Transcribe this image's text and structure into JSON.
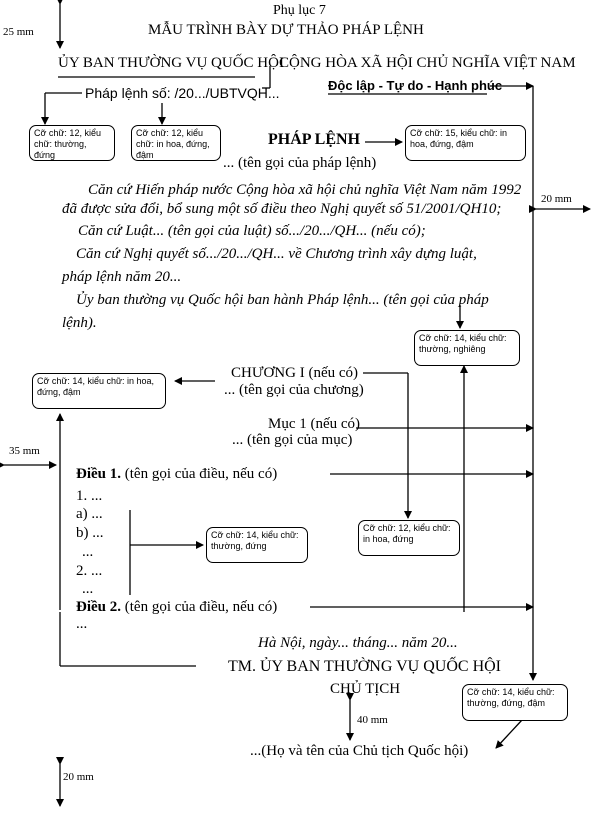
{
  "header": {
    "appendix": "Phụ lục 7",
    "title": "MẪU TRÌNH BÀY DỰ THẢO PHÁP LỆNH"
  },
  "margins": {
    "top": "25 mm",
    "right": "20 mm",
    "left": "35 mm",
    "bottom": "20 mm",
    "signature_gap": "40 mm"
  },
  "issuer": {
    "org": "ỦY BAN THƯỜNG VỤ QUỐC HỘI",
    "number": "Pháp lệnh số:  /20.../UBTVQH..."
  },
  "national": {
    "motto": "CỘNG HÒA XÃ HỘI CHỦ NGHĨA VIỆT NAM",
    "sub": "Độc lập - Tự do - Hạnh phúc"
  },
  "doc": {
    "type": "PHÁP LỆNH",
    "name": "... (tên gọi của pháp lệnh)"
  },
  "preamble": {
    "l1": "Căn cứ Hiến pháp nước Cộng hòa xã hội chủ nghĩa Việt Nam năm 1992",
    "l2": "đã được sửa đổi, bổ sung một số điều theo Nghị quyết số 51/2001/QH10;",
    "l3": "Căn cứ Luật... (tên gọi của luật) số.../20.../QH... (nếu có);",
    "l4": "Căn cứ Nghị quyết số.../20.../QH... về Chương trình xây dựng luật,",
    "l5": "pháp lệnh năm 20...",
    "l6": "Ủy ban thường vụ Quốc hội ban hành Pháp lệnh... (tên gọi của pháp",
    "l7": "lệnh)."
  },
  "body": {
    "chapter": "CHƯƠNG I (nếu có)",
    "chapter_name": "... (tên gọi của chương)",
    "section": "Mục 1 (nếu có)",
    "section_name": "... (tên gọi của mục)",
    "art1_label": "Điều 1.",
    "art1_name": " (tên gọi của điều, nếu có)",
    "item1": "1. ...",
    "itema": "a) ...",
    "itemb": "b) ...",
    "dots1": "...",
    "item2": "2. ...",
    "dots2": "...",
    "art2_label": "Điều 2.",
    "art2_name": " (tên gọi của điều, nếu có)",
    "dots3": "..."
  },
  "signature": {
    "place_date": "Hà Nội, ngày... tháng... năm 20...",
    "on_behalf": "TM. ỦY BAN THƯỜNG VỤ QUỐC HỘI",
    "position": "CHỦ TỊCH",
    "name": "...(Họ và tên của Chủ tịch Quốc hội)"
  },
  "notes": {
    "n1": "Cỡ chữ: 12, kiểu chữ: thường, đứng",
    "n2": "Cỡ chữ: 12, kiểu chữ: in hoa, đứng, đậm",
    "n3": "Cỡ chữ: 15, kiểu chữ: in hoa, đứng, đậm",
    "n4": "Cỡ chữ: 14, kiểu chữ: thường, nghiêng",
    "n5": "Cỡ chữ: 14, kiểu chữ: in hoa, đứng, đậm",
    "n6": "Cỡ chữ: 14, kiểu chữ: thường, đứng",
    "n7": "Cỡ chữ: 12, kiểu chữ: in hoa, đứng",
    "n8": "Cỡ chữ: 14, kiểu chữ: thường, đứng, đậm"
  }
}
